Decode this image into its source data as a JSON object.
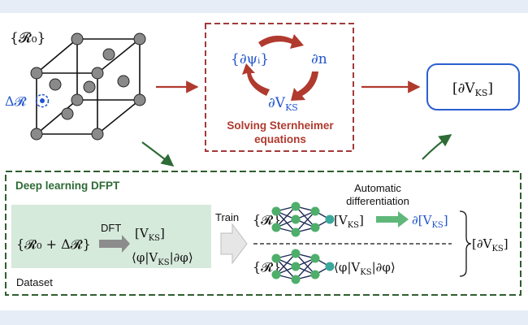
{
  "lattice": {
    "label_R0": "{𝓡₀}",
    "label_dR": "Δ𝓡"
  },
  "sternheimer": {
    "dpsi": "{∂ψᵢ}",
    "dn": "∂n",
    "dvks": "∂V",
    "dvks_sub": "KS",
    "title_line1": "Solving Sternheimer",
    "title_line2": "equations"
  },
  "result": {
    "text": "[∂V",
    "sub": "KS",
    "close": "]"
  },
  "deep": {
    "title": "Deep learning DFPT",
    "dataset_expr": "{𝓡₀ + Δ𝓡}",
    "dft_label": "DFT",
    "vks": "[V",
    "vks_sub": "KS",
    "vks_close": "]",
    "braket_open": "⟨φ|V",
    "braket_sub": "KS",
    "braket_close": "|∂φ⟩",
    "dataset_label": "Dataset",
    "train_label": "Train",
    "auto_line1": "Automatic",
    "auto_line2": "differentiation",
    "R_set": "{𝓡}",
    "net_out_open": "[V",
    "net_out_sub": "KS",
    "net_out_close": "]",
    "deriv_open": "∂[V",
    "deriv_sub": "KS",
    "deriv_close": "]",
    "brace_open": "[∂V",
    "brace_sub": "KS",
    "brace_close": "]"
  },
  "colors": {
    "red_arrow": "#b03a2e",
    "green_arrow": "#2e6b36",
    "dashed_red": "#a33a3a",
    "dashed_green": "#2f5e2f",
    "blue_text": "#2255cc",
    "dataset_bg": "#d6eadb",
    "atom_gray": "#8a8a8a",
    "node_green": "#4daf6a",
    "node_teal": "#3aa89a",
    "arrow_green_fill": "#5fb87a"
  }
}
